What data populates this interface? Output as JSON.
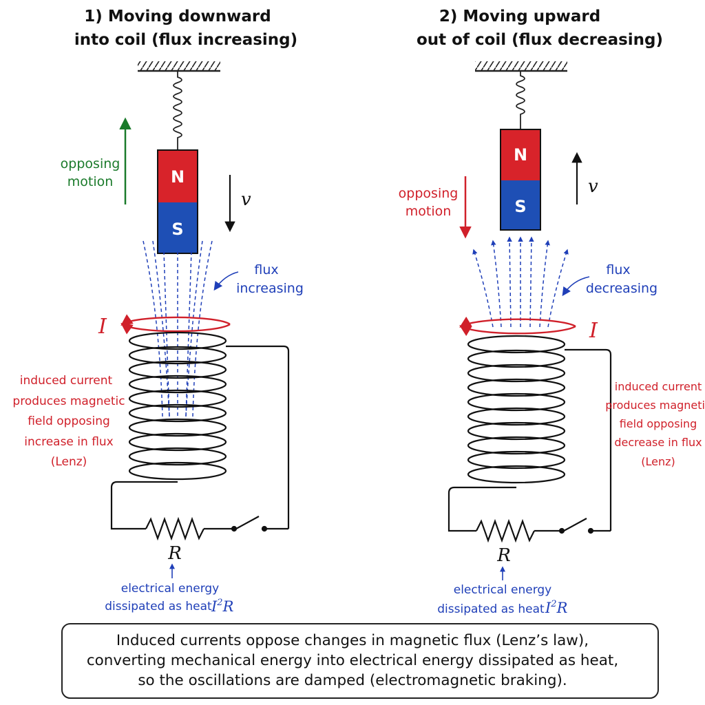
{
  "colors": {
    "north": "#d8232a",
    "south": "#1e4fb5",
    "current": "#d0202a",
    "flux": "#1f3fb8",
    "opposing_down": "#1a7a2a",
    "opposing_up": "#d0202a"
  },
  "panels": [
    {
      "title_line1": "1) Moving downward",
      "title_line2": "into coil (flux increasing)",
      "north_label": "N",
      "south_label": "S",
      "velocity_label": "v",
      "opposing_line1": "opposing",
      "opposing_line2": "motion",
      "flux_line1": "flux",
      "flux_line2": "increasing",
      "current_label": "I",
      "lenz_line1": "induced current",
      "lenz_line2": "produces magnetic",
      "lenz_line3": "field opposing",
      "lenz_line4": "increase in flux",
      "lenz_line5": "(Lenz)",
      "resistor_label": "R",
      "heat_line1": "electrical energy",
      "heat_line2": "dissipated as heat",
      "heat_formula_i": "I",
      "heat_formula_exp": "2",
      "heat_formula_r": "R"
    },
    {
      "title_line1": "2) Moving upward",
      "title_line2": "out of coil (flux decreasing)",
      "north_label": "N",
      "south_label": "S",
      "velocity_label": "v",
      "opposing_line1": "opposing",
      "opposing_line2": "motion",
      "flux_line1": "flux",
      "flux_line2": "decreasing",
      "current_label": "I",
      "lenz_line1": "induced current",
      "lenz_line2": "produces magnetic",
      "lenz_line3": "field opposing",
      "lenz_line4": "decrease in flux",
      "lenz_line5": "(Lenz)",
      "resistor_label": "R",
      "heat_line1": "electrical energy",
      "heat_line2": "dissipated as heat",
      "heat_formula_i": "I",
      "heat_formula_exp": "2",
      "heat_formula_r": "R"
    }
  ],
  "caption": {
    "line1": "Induced currents oppose changes in magnetic flux (Lenz’s law),",
    "line2": "converting mechanical energy into electrical energy dissipated as heat,",
    "line3": "so the oscillations are damped (electromagnetic braking)."
  }
}
